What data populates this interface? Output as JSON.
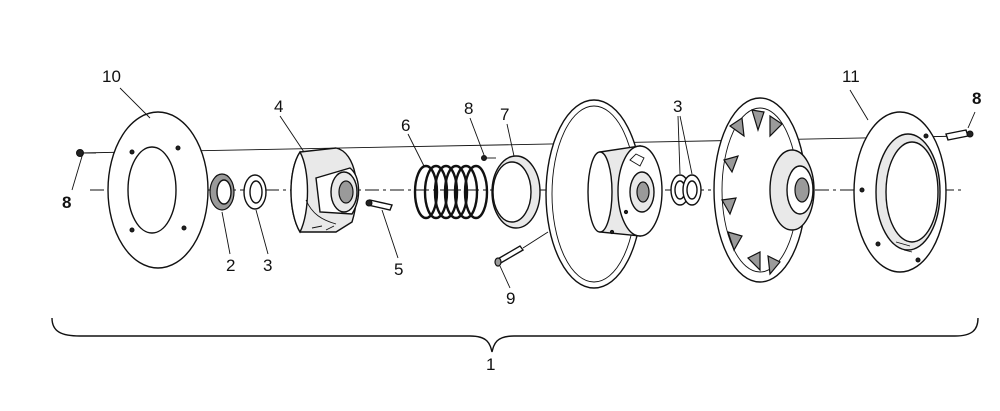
{
  "callouts": {
    "c1": "1",
    "c2": "2",
    "c3a": "3",
    "c3b": "3",
    "c4": "4",
    "c5": "5",
    "c6": "6",
    "c7": "7",
    "c8_top": "8",
    "c8_left": "8",
    "c8_right": "8",
    "c9": "9",
    "c10": "10",
    "c11": "11"
  }
}
